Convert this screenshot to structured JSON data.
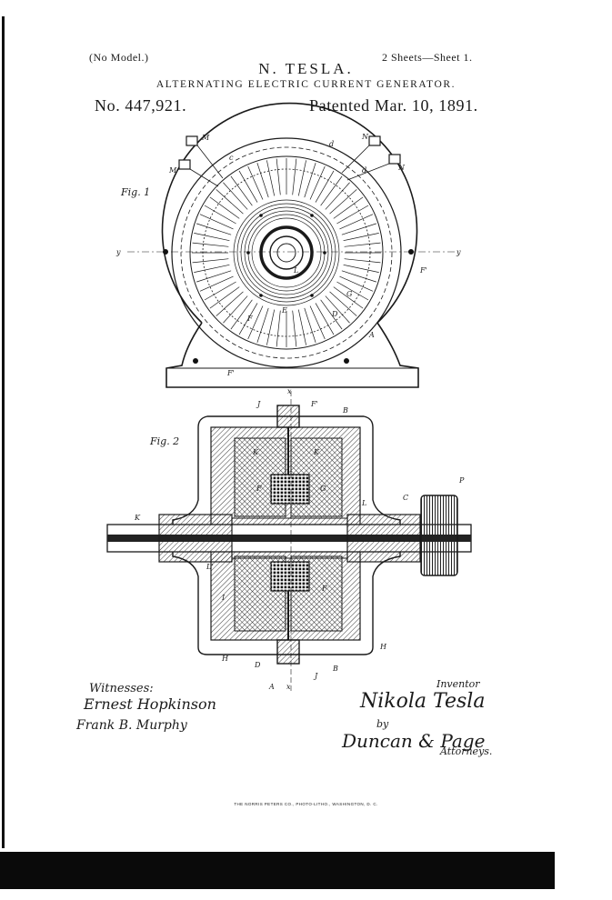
{
  "header": {
    "no_model": "(No Model.)",
    "sheets": "2 Sheets—Sheet 1.",
    "inventor": "N. TESLA.",
    "title": "ALTERNATING ELECTRIC CURRENT GENERATOR.",
    "patent_number": "No. 447,921.",
    "patent_date": "Patented Mar. 10, 1891."
  },
  "figures": {
    "fig1_label": "Fig. 1",
    "fig2_label": "Fig. 2"
  },
  "fig1_letters": {
    "M_top": "M",
    "M_left": "M",
    "N_top": "N",
    "N_right": "N",
    "c": "c",
    "d_top": "d",
    "d_mid": "d",
    "y_left": "y",
    "y_right": "y",
    "F1_right": "F'",
    "L": "L",
    "G": "G",
    "E": "E",
    "D": "D",
    "F": "F",
    "A": "A",
    "F1_base": "F'"
  },
  "fig2_letters": {
    "x_top": "x",
    "J_top": "J",
    "F1": "F'",
    "B_top": "B",
    "K_left": "K",
    "K_right": "K",
    "F_left": "F",
    "G": "G",
    "L_right": "L",
    "C": "C",
    "P": "P",
    "K_shaft": "K",
    "L1_left": "L'",
    "I": "I",
    "F_right": "F",
    "H_left": "H",
    "H_right": "H",
    "D": "D",
    "J_bottom": "J",
    "B_bottom": "B",
    "A": "A",
    "x_bottom": "x"
  },
  "signatures": {
    "witnesses_label": "Witnesses:",
    "witness_1": "Ernest Hopkinson",
    "witness_2": "Frank B. Murphy",
    "inventor_label": "Inventor",
    "inventor_signature": "Nikola Tesla",
    "by_label": "by",
    "attorneys_signature": "Duncan & Page",
    "attorneys_label": "Attorneys."
  },
  "footer": "THE NORRIS PETERS CO., PHOTO-LITHO., WASHINGTON, D. C."
}
